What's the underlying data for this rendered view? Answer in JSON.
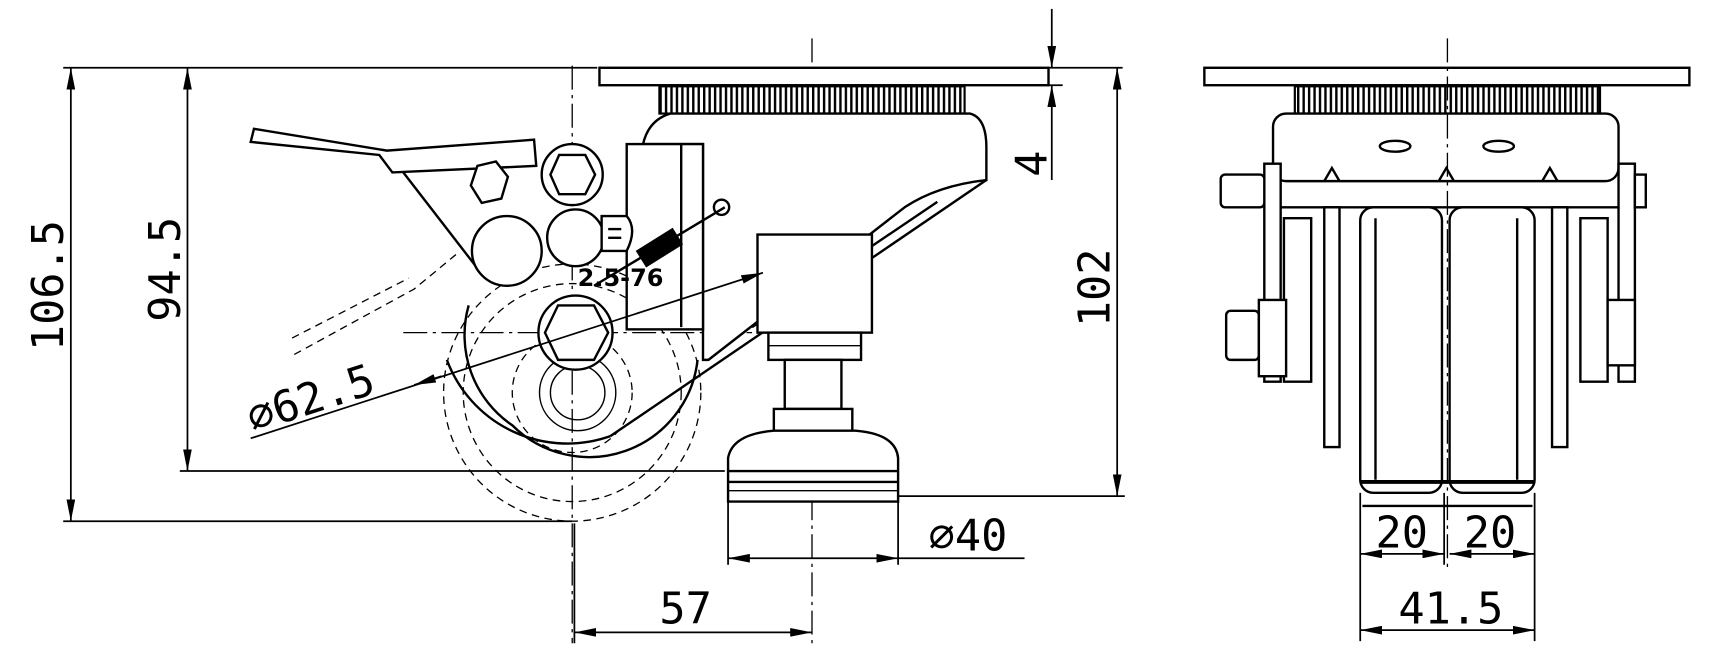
{
  "drawing": {
    "part_marking": "2.5-76",
    "side_view": {
      "overall_height": "106.5",
      "wheel_axle_height": "94.5",
      "wheel_diameter": "⌀62.5",
      "swivel_offset": "57",
      "foot_diameter": "⌀40",
      "plate_thickness": "4",
      "foot_height": "102"
    },
    "front_view": {
      "wheel_width_left": "20",
      "wheel_width_right": "20",
      "overall_width": "41.5"
    }
  }
}
